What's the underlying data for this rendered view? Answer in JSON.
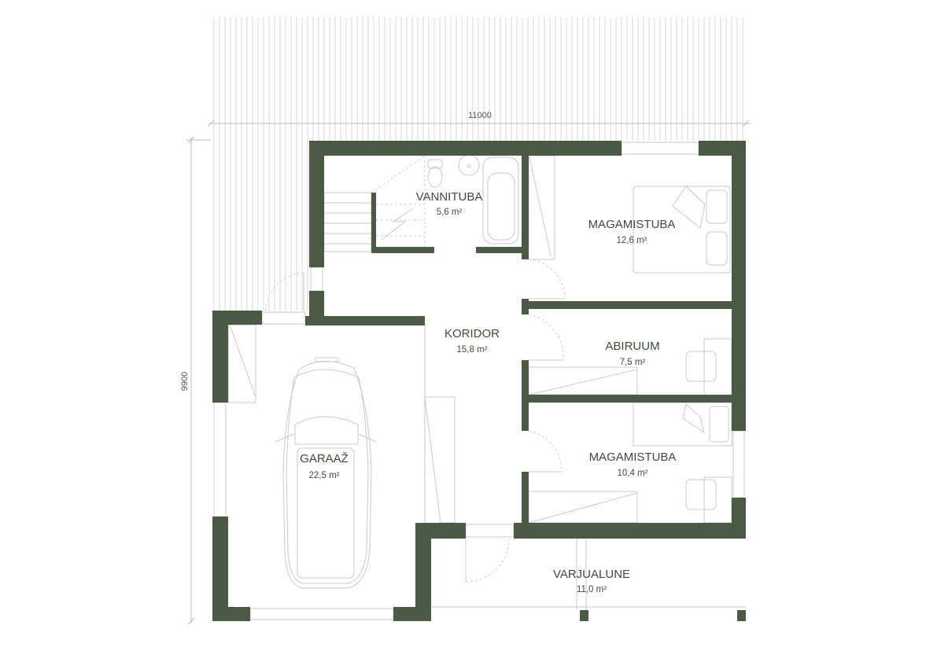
{
  "dimensions": {
    "width_label": "11000",
    "height_label": "9900"
  },
  "rooms": {
    "vannituba": {
      "name": "VANNITUBA",
      "area": "5,6 m²"
    },
    "magamistuba1": {
      "name": "MAGAMISTUBA",
      "area": "12,6 m²"
    },
    "koridor": {
      "name": "KORIDOR",
      "area": "15,8 m²"
    },
    "abiruum": {
      "name": "ABIRUUM",
      "area": "7,5 m²"
    },
    "garaaz": {
      "name": "GARAAŽ",
      "area": "22,5 m²"
    },
    "magamistuba2": {
      "name": "MAGAMISTUBA",
      "area": "10,4 m²"
    },
    "varjualune": {
      "name": "VARJUALUNE",
      "area": "11,0 m²"
    }
  },
  "colors": {
    "wall": "#4b5a45",
    "text": "#3e4a38"
  }
}
